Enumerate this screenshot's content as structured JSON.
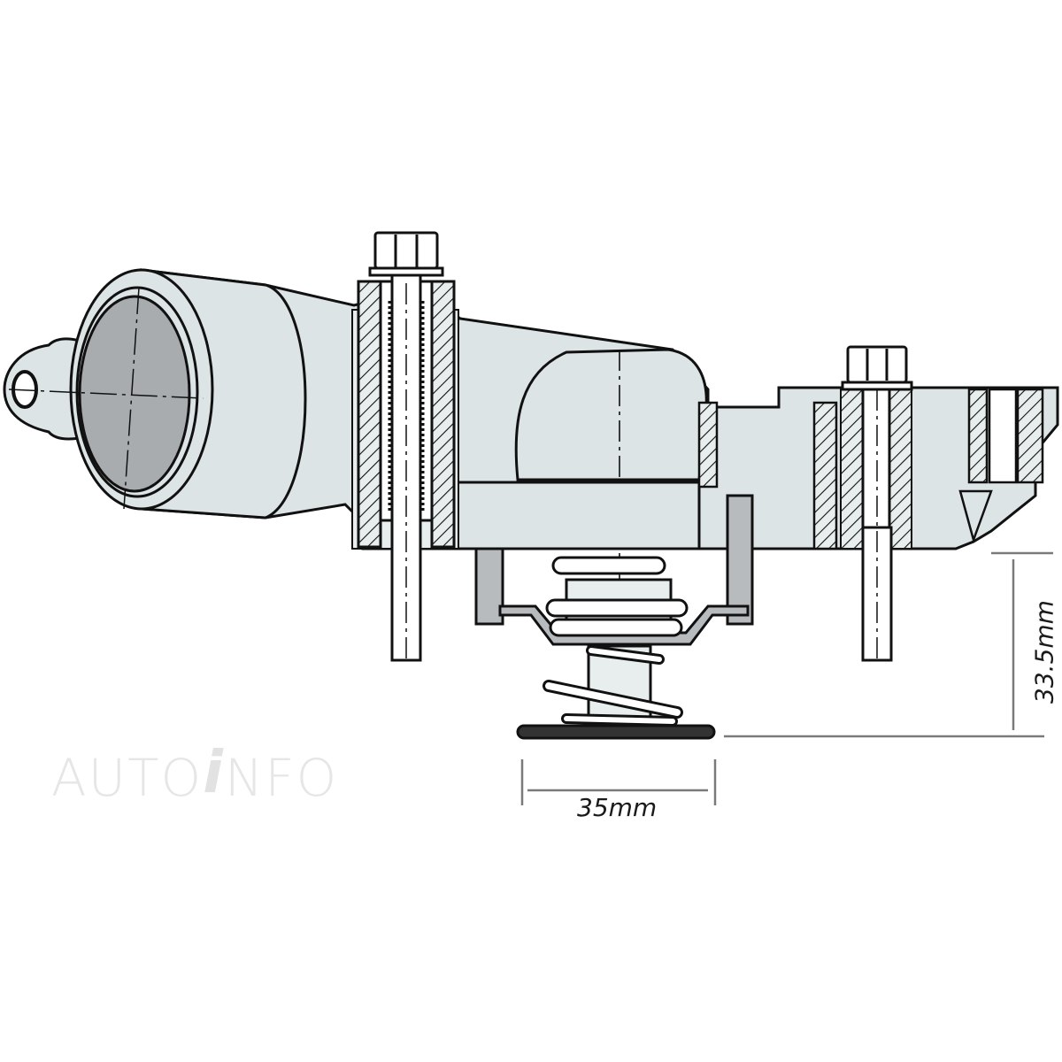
{
  "diagram": {
    "subject": "thermostat housing cross-section",
    "colors": {
      "body_fill": "#dde4e5",
      "body_fill_light": "#e8eded",
      "outlet_face": "#a9acae",
      "gasket": "#b7bbbd",
      "outline": "#111111",
      "dimension_line": "#7a7a7a",
      "watermark": "#e4e4e4"
    },
    "dimensions": {
      "width_label": "35mm",
      "height_label": "33.5mm"
    },
    "watermark": {
      "text_before": "AUTO",
      "text_i": "i",
      "text_after": "NFO"
    }
  }
}
